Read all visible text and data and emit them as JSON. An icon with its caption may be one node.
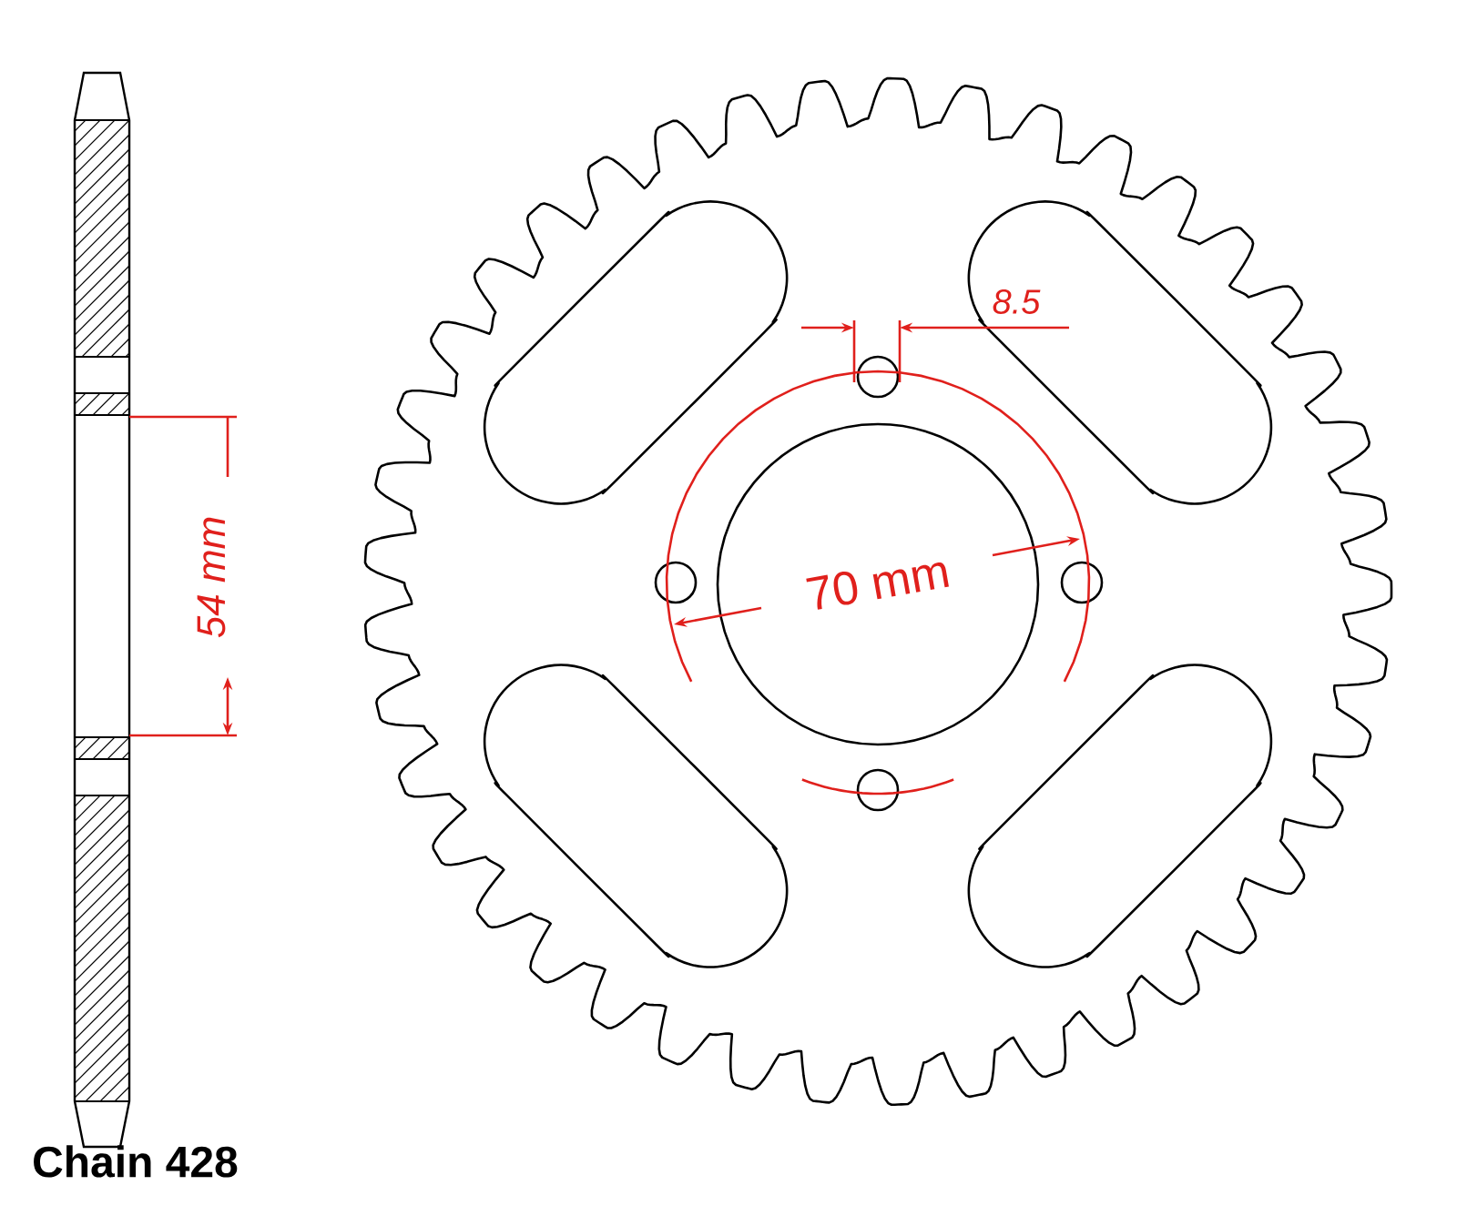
{
  "diagram": {
    "labels": [
      "54 mm",
      "8.5",
      "70 mm",
      "Chain 428"
    ]
  }
}
